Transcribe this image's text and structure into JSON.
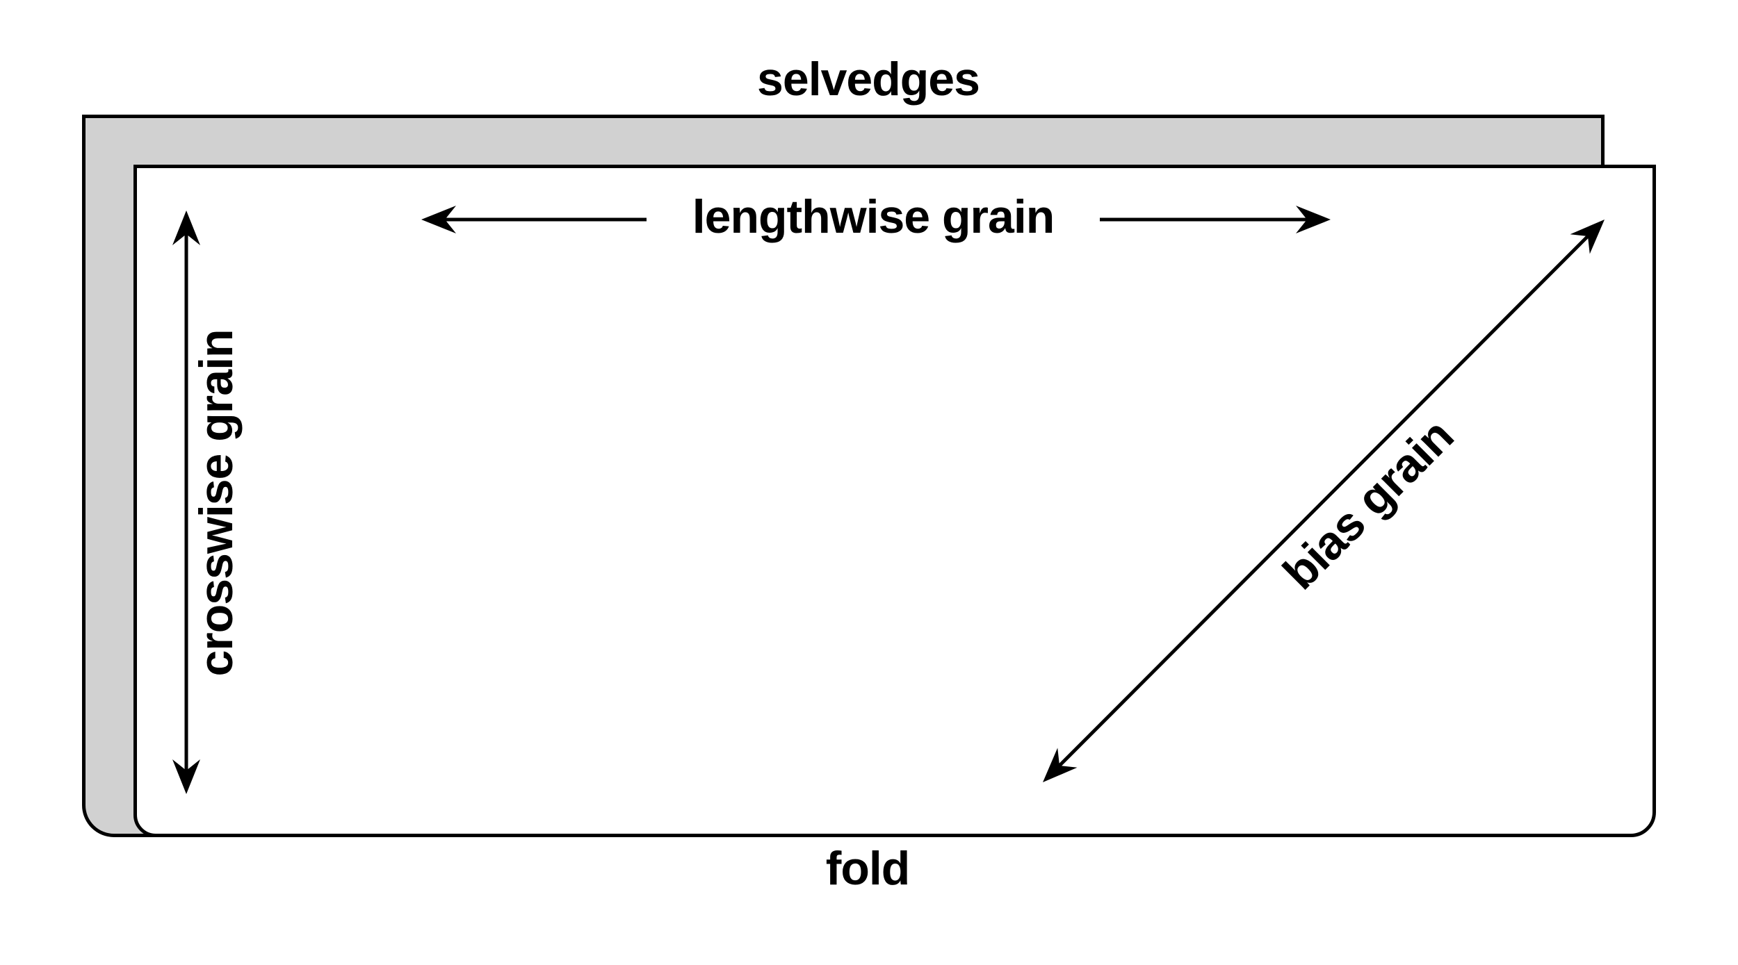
{
  "labels": {
    "selvedges": "selvedges",
    "lengthwise": "lengthwise grain",
    "crosswise": "crosswise grain",
    "bias": "bias grain",
    "fold": "fold"
  },
  "arrows": {
    "lengthwise": "horizontal-double-headed-arrow",
    "crosswise": "vertical-double-headed-arrow",
    "bias": "diagonal-double-headed-arrow"
  },
  "colors": {
    "fabric_under": "#d1d1d1",
    "fabric_top": "#ffffff",
    "line": "#000000",
    "background": "#ffffff"
  }
}
